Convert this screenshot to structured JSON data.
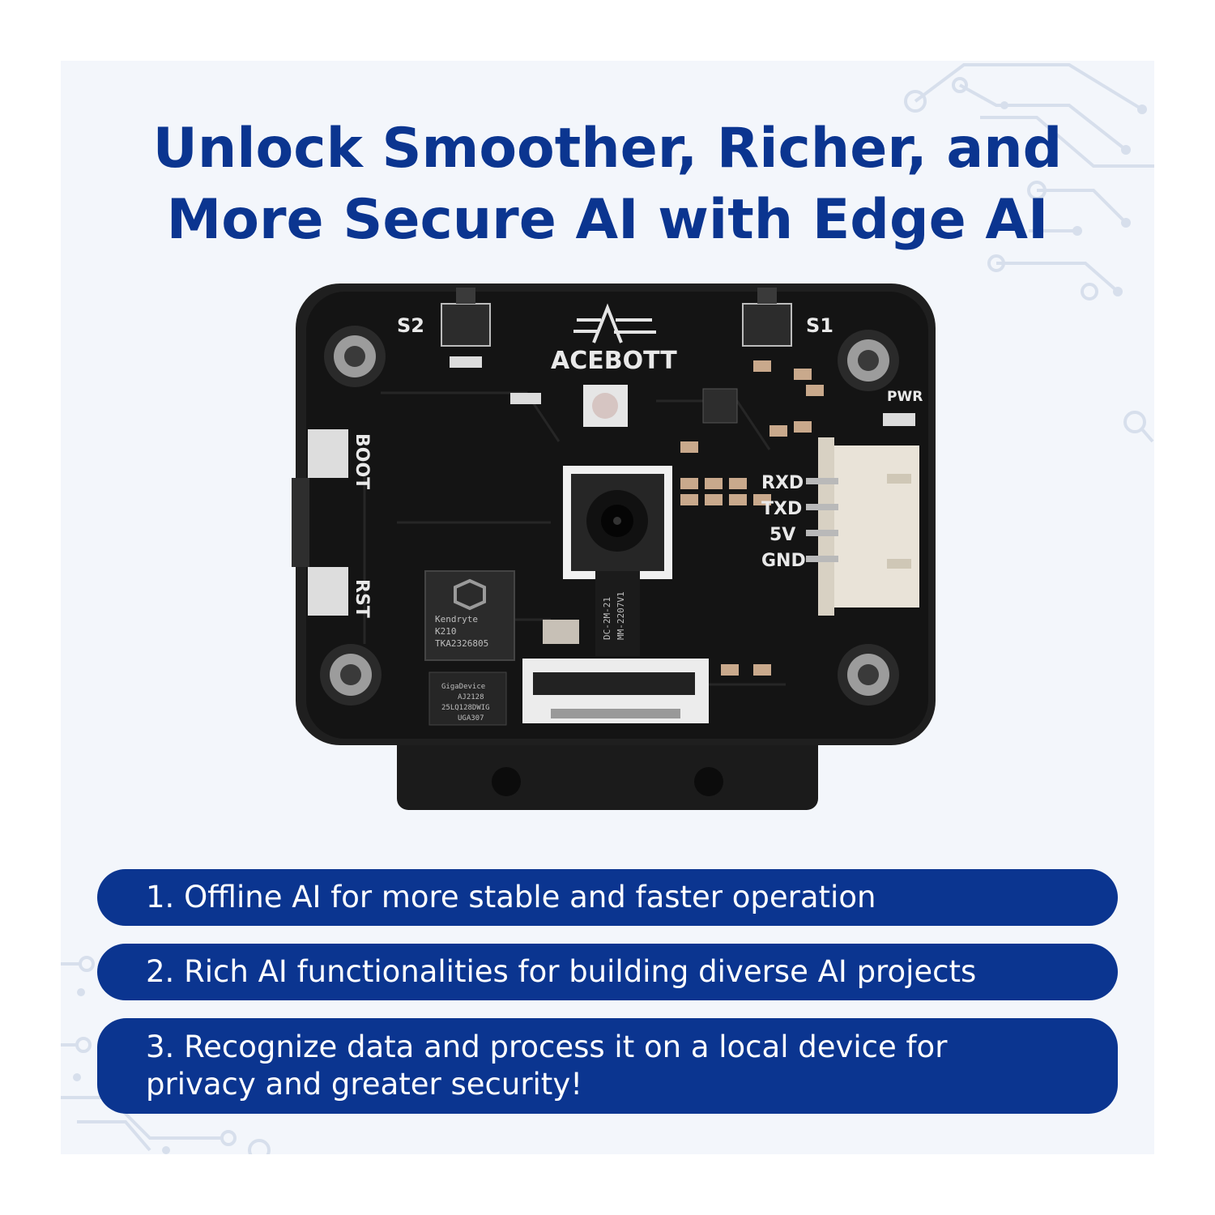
{
  "title": {
    "line1": "Unlock Smoother, Richer, and",
    "line2": "More Secure AI with Edge AI"
  },
  "board": {
    "brand": "ACEBOTT",
    "labels": {
      "s2": "S2",
      "s1": "S1",
      "pwr": "PWR",
      "boot": "BOOT",
      "rst": "RST",
      "rxd": "RXD",
      "txd": "TXD",
      "v5": "5V",
      "gnd": "GND"
    },
    "chip": {
      "line1": "Kendryte",
      "line2": "K210",
      "line3": "TKA2326805"
    },
    "flash": {
      "line1": "GigaDevice",
      "line2": "AJ2128",
      "line3": "25LQ128DWIG",
      "line4": "UGA307"
    },
    "camera_ribbon": {
      "line1": "DC-2M-21",
      "line2": "MM-2207V1"
    }
  },
  "features": [
    "1. Offline AI for more stable and faster operation",
    "2. Rich AI functionalities for building diverse AI projects",
    "3. Recognize data and process it on a local device for privacy and greater security!"
  ],
  "colors": {
    "accent": "#0b3590",
    "panel_bg": "#f3f6fb",
    "board": "#141414"
  }
}
